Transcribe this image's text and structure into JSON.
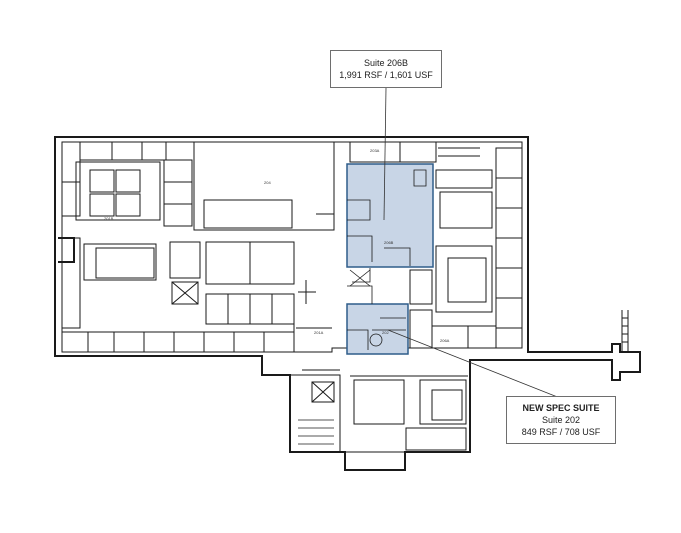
{
  "callouts": {
    "suite_206b": {
      "title": "Suite 206B",
      "area": "1,991 RSF / 1,601 USF"
    },
    "suite_202": {
      "heading": "NEW SPEC SUITE",
      "title": "Suite 202",
      "area": "849 RSF / 708 USF"
    }
  },
  "room_labels": {
    "r203a": "203A",
    "r204": "204",
    "r201b": "201B",
    "r206b": "206B",
    "r201a": "201A",
    "r202": "202",
    "r206a": "206A"
  },
  "colors": {
    "highlight_fill": "#c8d5e6",
    "highlight_stroke": "#2f5d8a",
    "wall": "#1a1a1a"
  }
}
